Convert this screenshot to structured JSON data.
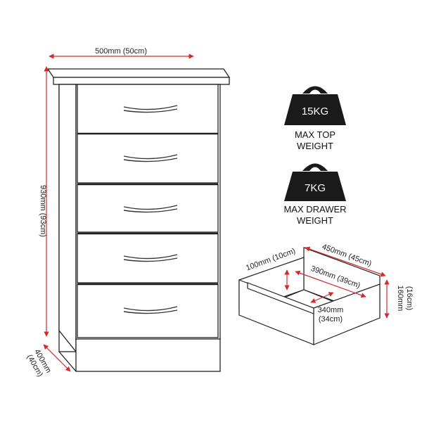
{
  "dimensions": {
    "width_label": "500mm (50cm)",
    "height_label": "930mm (93cm)",
    "depth_label_1": "400mm",
    "depth_label_2": "(40cm)"
  },
  "weights": [
    {
      "value": "15KG",
      "caption_line1": "MAX TOP",
      "caption_line2": "WEIGHT"
    },
    {
      "value": "7KG",
      "caption_line1": "MAX DRAWER",
      "caption_line2": "WEIGHT"
    }
  ],
  "drawer_dimensions": {
    "outer_width": "450mm (45cm)",
    "outer_height_1": "160mm",
    "outer_height_2": "(16cm)",
    "inner_height": "100mm (10cm)",
    "inner_width": "390mm (39cm)",
    "inner_depth_1": "340mm",
    "inner_depth_2": "(34cm)"
  },
  "colors": {
    "arrow": "#d12b2b",
    "outline": "#222222",
    "weight_fill": "#1a1a1a"
  }
}
